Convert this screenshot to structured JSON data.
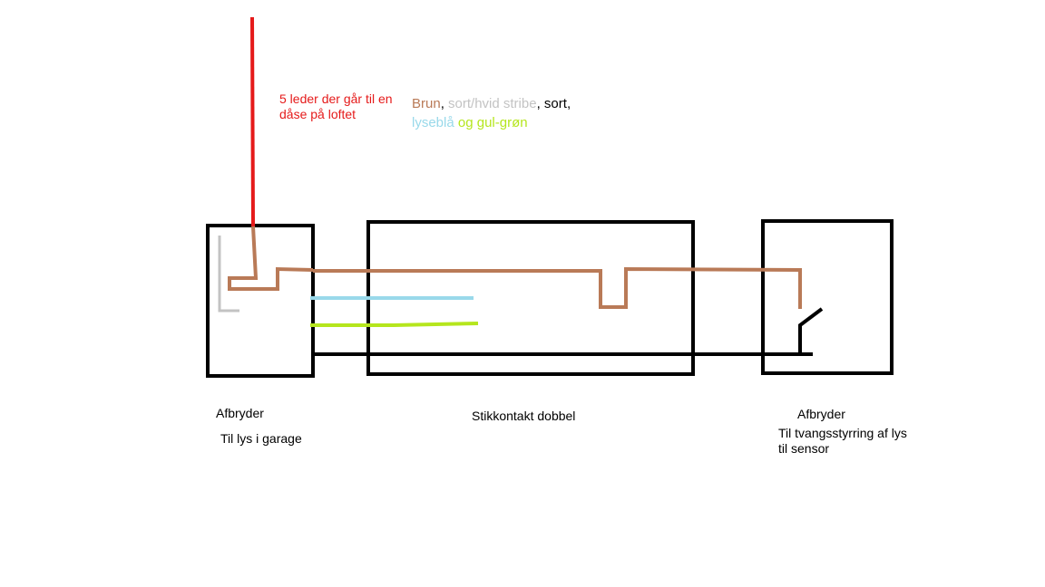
{
  "colors": {
    "red": "#e51a1a",
    "brown": "#b97a57",
    "grey": "#c3c3c3",
    "lightblue": "#99d9ea",
    "green": "#b5e61d",
    "black": "#000000"
  },
  "labels": {
    "five_conductor": [
      "5 leder der går til en",
      "dåse på loftet"
    ],
    "switch_left_title": "Afbryder",
    "switch_left_desc": "Til lys i garage",
    "socket_title": "Stikkontakt dobbel",
    "switch_right_title": "Afbryder",
    "switch_right_desc": [
      "Til tvangsstyrring af lys",
      "til sensor"
    ]
  },
  "wire_colors": {
    "brown": "Brun",
    "sep1": ", ",
    "grey_stripe": "sort/hvid stribe",
    "sep2": ", ",
    "black": "sort",
    "sep3": ",",
    "lightblue": "lyseblå",
    "green": "og gul-grøn"
  }
}
